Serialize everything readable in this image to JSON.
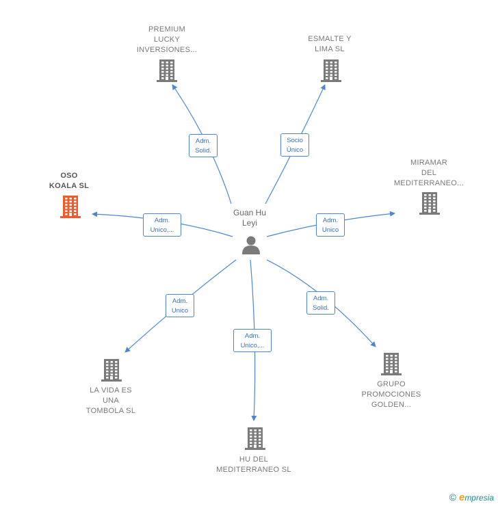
{
  "center": {
    "label_line1": "Guan Hu",
    "label_line2": "Leyi",
    "icon": "person-icon"
  },
  "nodes": [
    {
      "id": "premium",
      "lines": [
        "PREMIUM",
        "LUCKY",
        "INVERSIONES..."
      ],
      "icon": "building-icon",
      "highlight": false
    },
    {
      "id": "esmalte",
      "lines": [
        "ESMALTE Y",
        "LIMA  SL"
      ],
      "icon": "building-icon",
      "highlight": false
    },
    {
      "id": "oso",
      "lines": [
        "OSO",
        "KOALA  SL"
      ],
      "icon": "building-icon",
      "highlight": true
    },
    {
      "id": "miramar",
      "lines": [
        "MIRAMAR",
        "DEL",
        "MEDITERRANEO..."
      ],
      "icon": "building-icon",
      "highlight": false
    },
    {
      "id": "lavida",
      "lines": [
        "LA VIDA ES",
        "UNA",
        "TOMBOLA  SL"
      ],
      "icon": "building-icon",
      "highlight": false
    },
    {
      "id": "hudel",
      "lines": [
        "HU DEL",
        "MEDITERRANEO SL"
      ],
      "icon": "building-icon",
      "highlight": false
    },
    {
      "id": "grupo",
      "lines": [
        "GRUPO",
        "PROMOCIONES",
        "GOLDEN..."
      ],
      "icon": "building-icon",
      "highlight": false
    }
  ],
  "edges": [
    {
      "to": "premium",
      "lines": [
        "Adm.",
        "Solid."
      ]
    },
    {
      "to": "esmalte",
      "lines": [
        "Socio",
        "Único"
      ]
    },
    {
      "to": "oso",
      "lines": [
        "Adm.",
        "Unico,..."
      ]
    },
    {
      "to": "miramar",
      "lines": [
        "Adm.",
        "Unico"
      ]
    },
    {
      "to": "lavida",
      "lines": [
        "Adm.",
        "Unico"
      ]
    },
    {
      "to": "hudel",
      "lines": [
        "Adm.",
        "Unico,..."
      ]
    },
    {
      "to": "grupo",
      "lines": [
        "Adm.",
        "Solid."
      ]
    }
  ],
  "colors": {
    "edge": "#4a86d4",
    "building": "#7a7a7a",
    "highlight_building": "#f05a2a",
    "person": "#7a7a7a"
  },
  "brand": {
    "copyright": "©",
    "name_first": "e",
    "name_rest": "mpresia"
  }
}
